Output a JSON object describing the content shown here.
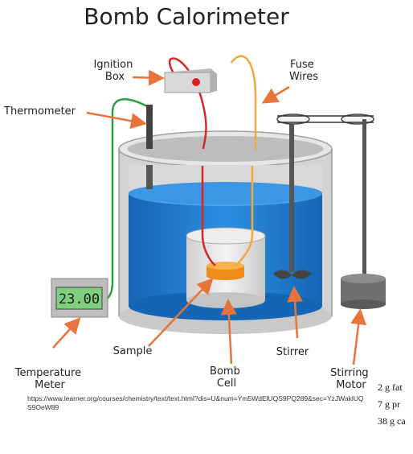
{
  "title": "Bomb Calorimeter",
  "labels": {
    "ignition_box": [
      "Ignition",
      "Box"
    ],
    "fuse_wires": [
      "Fuse",
      "Wires"
    ],
    "thermometer": "Thermometer",
    "temperature_meter": [
      "Temperature",
      "Meter"
    ],
    "sample": "Sample",
    "bomb_cell": [
      "Bomb",
      "Cell"
    ],
    "stirrer": "Stirrer",
    "stirring_motor": [
      "Stirring",
      "Motor"
    ]
  },
  "meter_reading": "23.00",
  "source_url": "https://www.learner.org/courses/chemistry/text/text.html?dis=U&num=Ym5WdElUQS9PQ289&sec=YzJWaklUQS9OeW89",
  "side_notes": [
    "2 g fat",
    "7 g pr",
    "38 g ca"
  ],
  "colors": {
    "water": "#1f7fd1",
    "vessel": "#d9d9d9",
    "sample": "#f5a623",
    "arrow": "#e8743b",
    "display": "#7ed07e",
    "wire_red": "#d62828",
    "wire_orange": "#f2a93b",
    "wire_green": "#2e9e3a"
  }
}
